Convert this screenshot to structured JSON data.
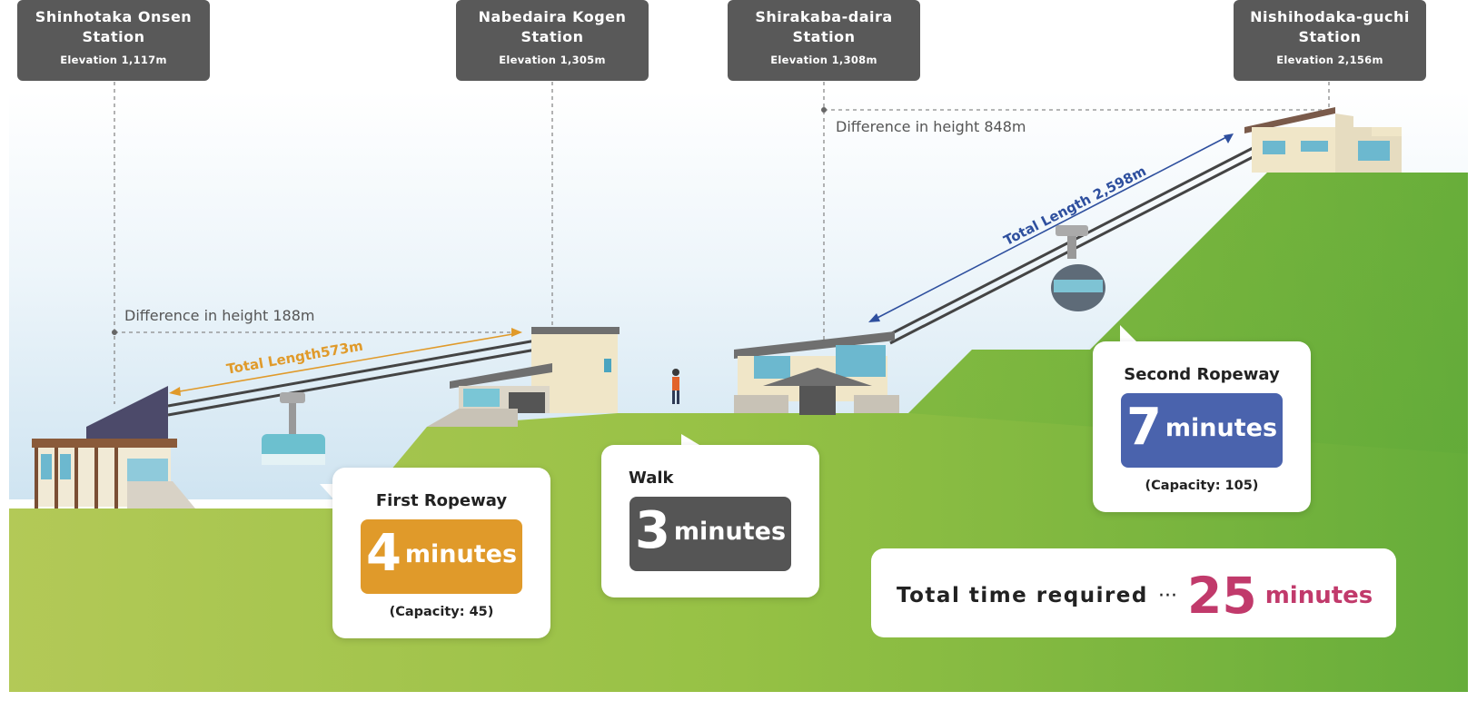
{
  "stations": [
    {
      "name_line1": "Shinhotaka Onsen",
      "name_line2": "Station",
      "elevation": "Elevation 1,117m"
    },
    {
      "name_line1": "Nabedaira Kogen",
      "name_line2": "Station",
      "elevation": "Elevation 1,305m"
    },
    {
      "name_line1": "Shirakaba-daira",
      "name_line2": "Station",
      "elevation": "Elevation 1,308m"
    },
    {
      "name_line1": "Nishihodaka-guchi",
      "name_line2": "Station",
      "elevation": "Elevation 2,156m"
    }
  ],
  "first_ropeway": {
    "height_diff": "Difference in height 188m",
    "length": "Total Length573m",
    "title": "First Ropeway",
    "minutes": "4",
    "unit": "minutes",
    "capacity": "(Capacity: 45)"
  },
  "walk": {
    "title": "Walk",
    "minutes": "3",
    "unit": "minutes"
  },
  "second_ropeway": {
    "height_diff": "Difference in height 848m",
    "length": "Total Length 2,598m",
    "title": "Second Ropeway",
    "minutes": "7",
    "unit": "minutes",
    "capacity": "(Capacity: 105)"
  },
  "total": {
    "label": "Total time required",
    "dots": "···",
    "minutes": "25",
    "unit": "minutes"
  },
  "colors": {
    "first": "#e09a2a",
    "walk": "#555555",
    "second": "#4a63ad",
    "total": "#c13a6b",
    "label_bg": "#595959",
    "grass_light": "#aac64f",
    "grass_dark": "#6aab3a"
  }
}
